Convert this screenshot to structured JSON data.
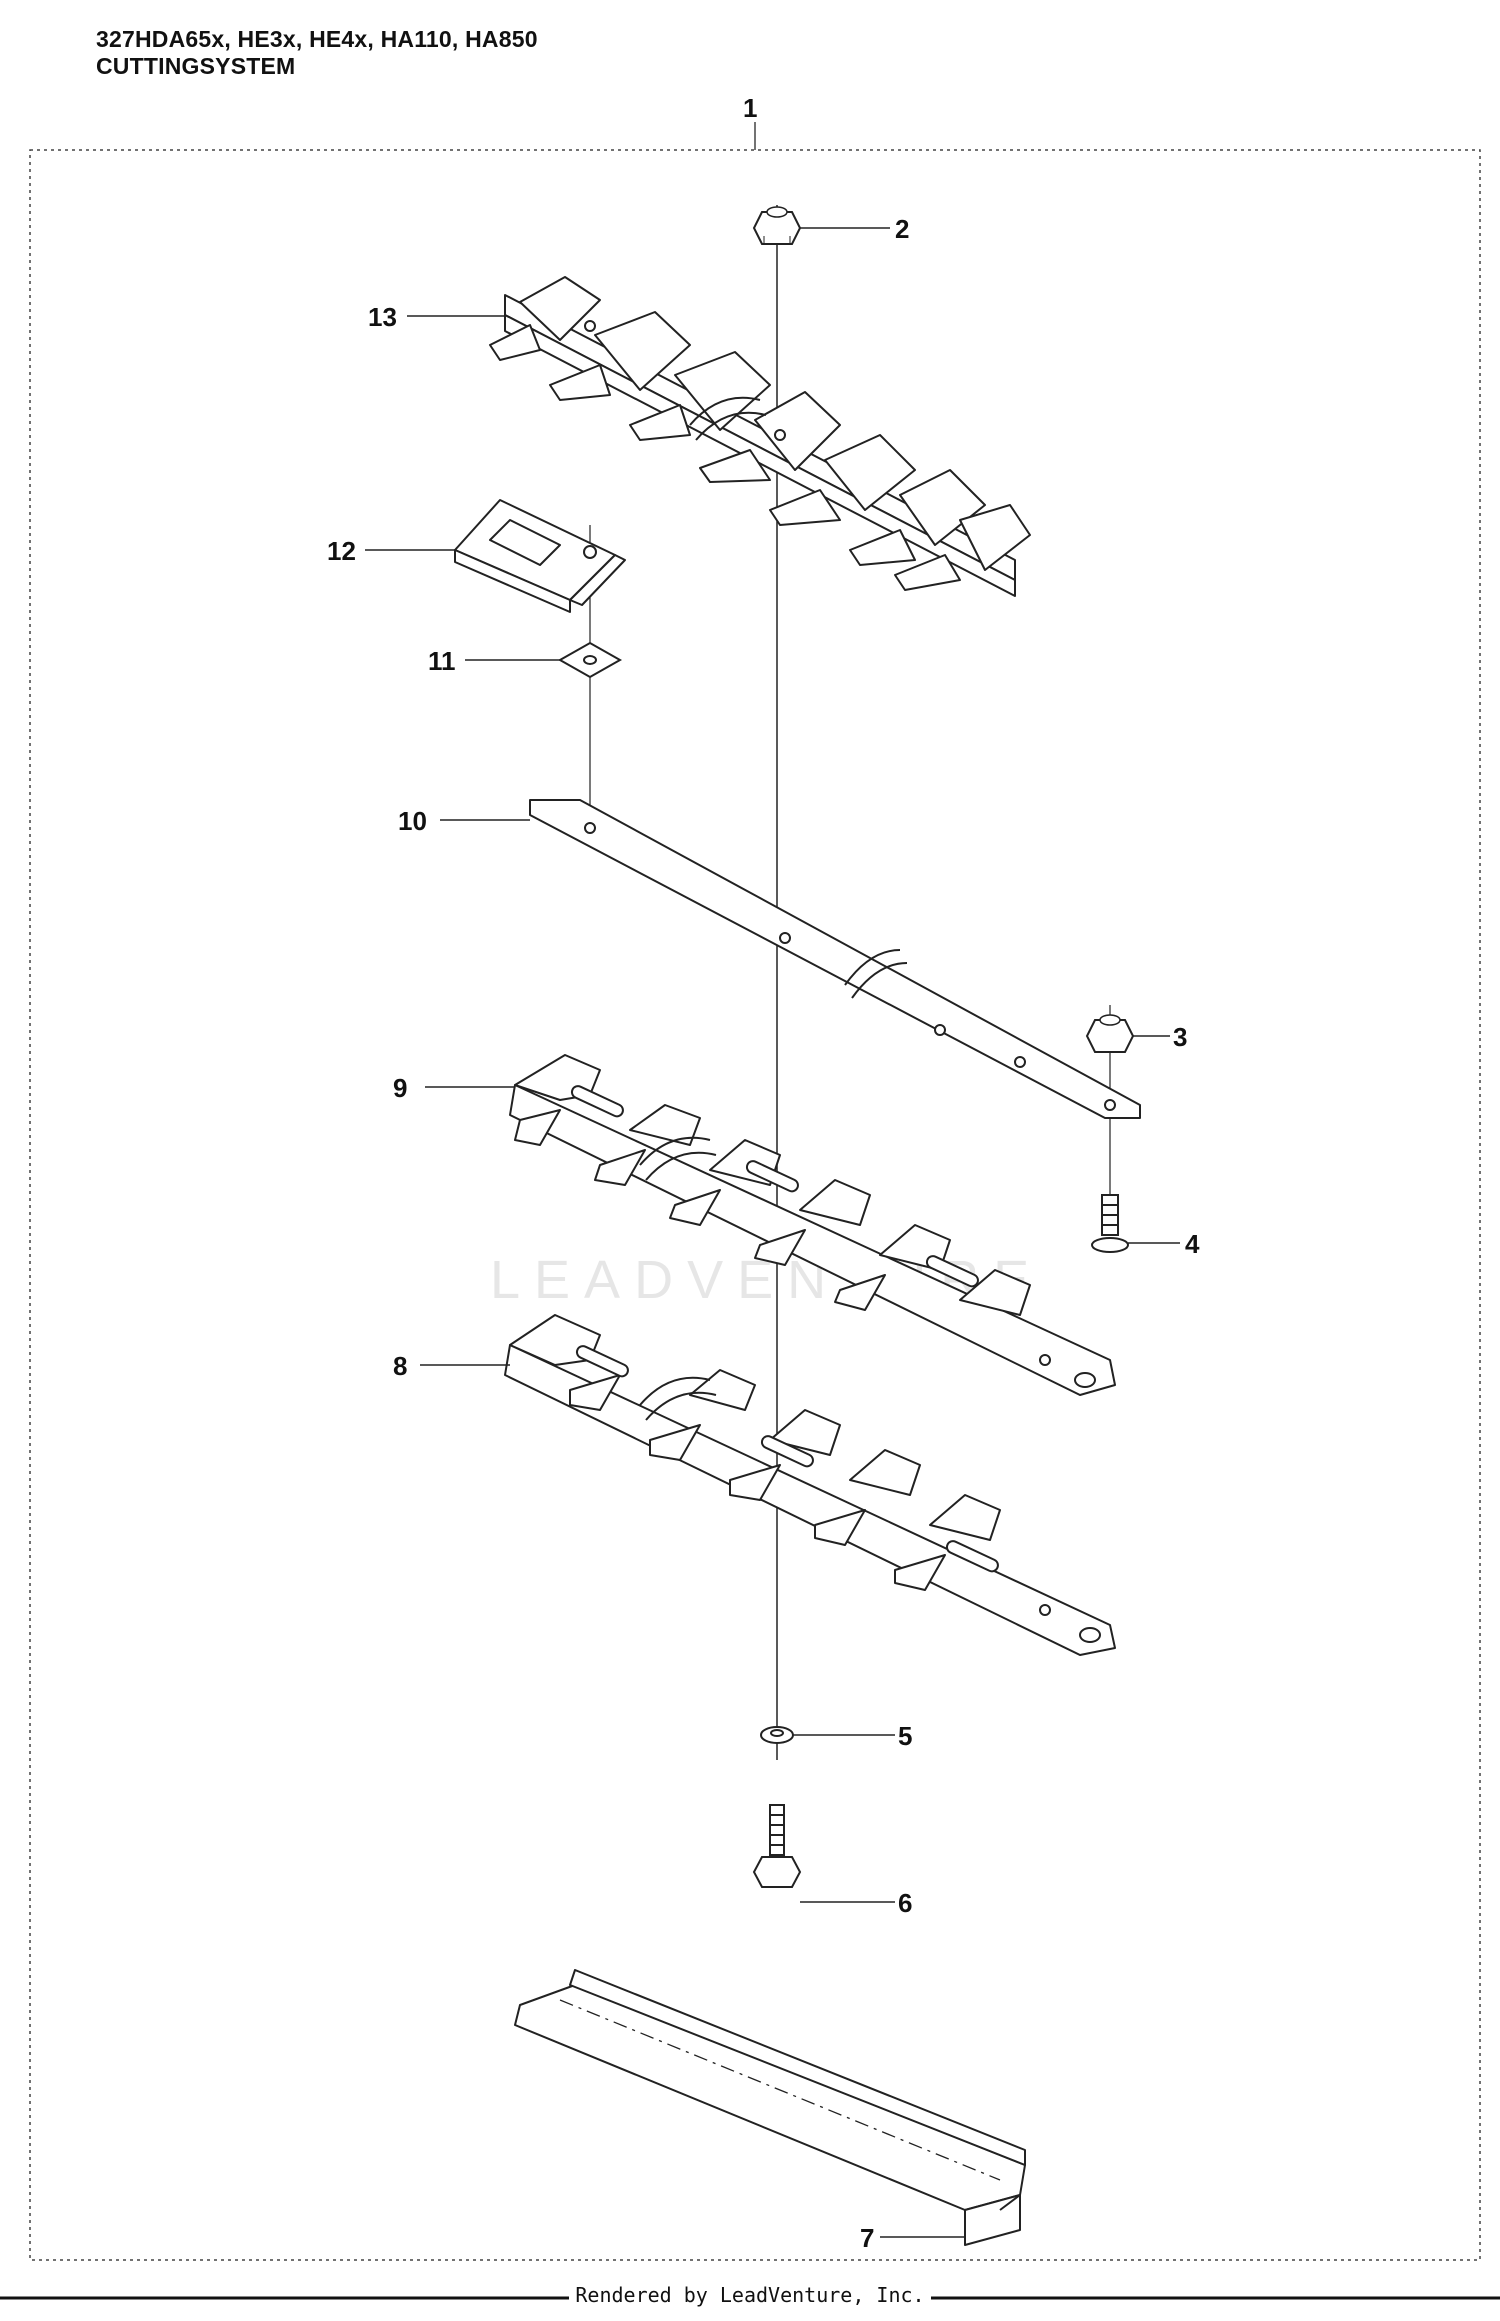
{
  "header": {
    "models": "327HDA65x, HE3x, HE4x, HA110, HA850",
    "section": "CUTTINGSYSTEM"
  },
  "callouts": {
    "c1": "1",
    "c2": "2",
    "c3": "3",
    "c4": "4",
    "c5": "5",
    "c6": "6",
    "c7": "7",
    "c8": "8",
    "c9": "9",
    "c10": "10",
    "c11": "11",
    "c12": "12",
    "c13": "13"
  },
  "watermark": "LEADVENTURE",
  "footer": "Rendered by LeadVenture, Inc."
}
